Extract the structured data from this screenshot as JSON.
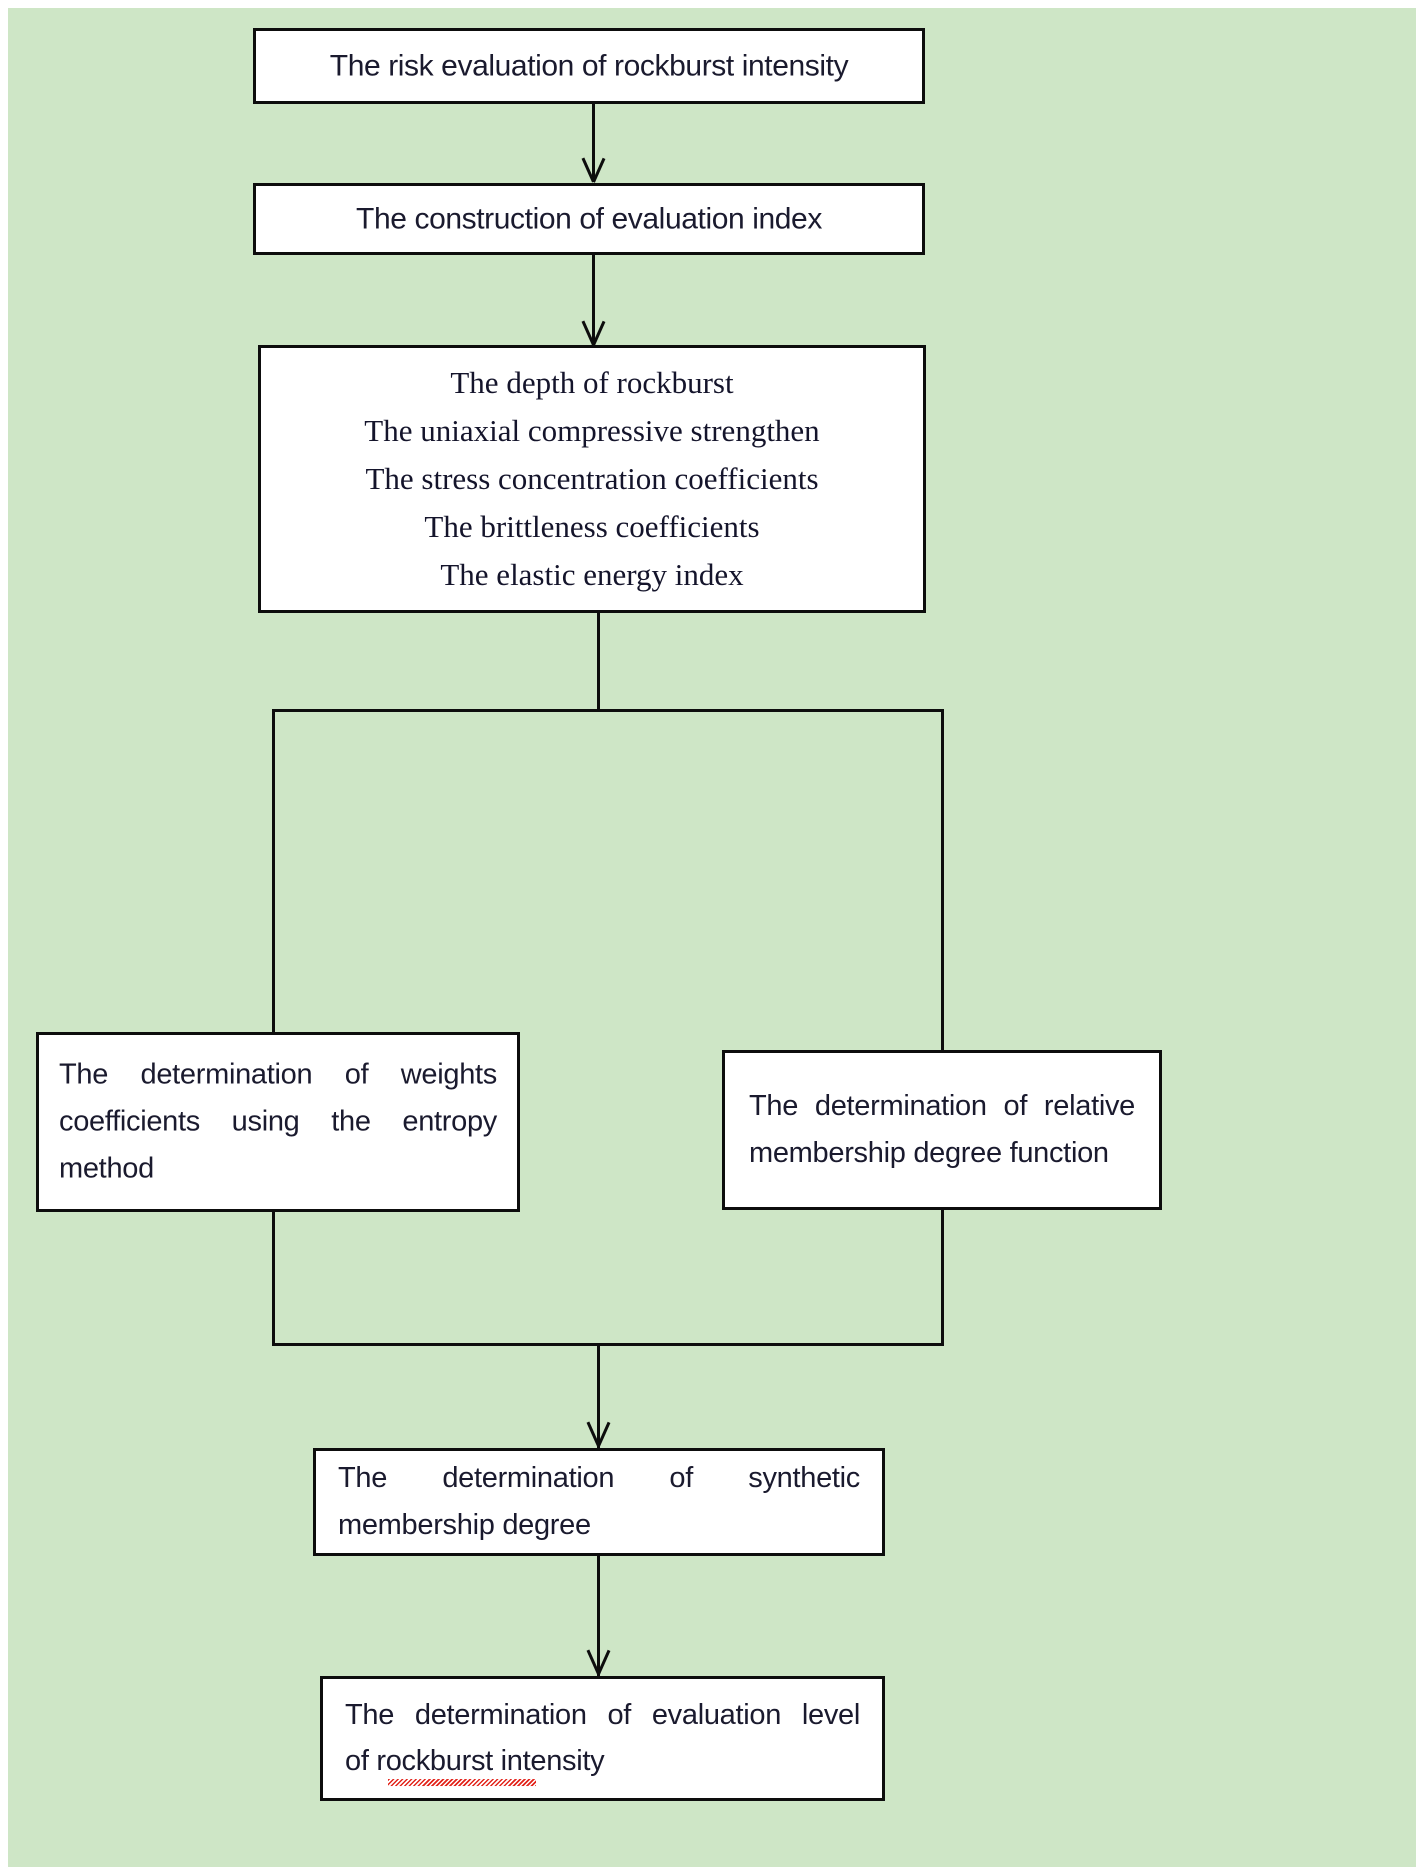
{
  "diagram": {
    "title": "Flowchart of rockburst intensity risk evaluation",
    "background_color": "#cee6c6",
    "box_fill": "#ffffff",
    "line_color": "#0d0d0d",
    "spellcheck_color": "#e3241b"
  },
  "nodes": {
    "risk": {
      "label": "The risk evaluation of rockburst intensity"
    },
    "construct": {
      "label": "The construction of evaluation index"
    },
    "indices": {
      "lines": [
        "The depth of rockburst",
        "The uniaxial compressive strengthen",
        "The stress concentration coefficients",
        "The brittleness coefficients",
        "The elastic energy index"
      ]
    },
    "weights": {
      "label": "The determination of weights coefficients using the entropy method"
    },
    "membership": {
      "label": "The determination of relative membership degree function"
    },
    "synthetic": {
      "label": "The determination of synthetic membership   degree"
    },
    "level": {
      "line1": "The determination of evaluation level",
      "line2": "of rockburst intensity",
      "misspelled_word": "rockburst"
    }
  },
  "edges": [
    {
      "from": "risk",
      "to": "construct",
      "type": "arrow-down"
    },
    {
      "from": "construct",
      "to": "indices",
      "type": "arrow-down"
    },
    {
      "from": "indices",
      "to": "weights",
      "type": "split-down-left"
    },
    {
      "from": "indices",
      "to": "membership",
      "type": "split-down-right"
    },
    {
      "from": "weights",
      "to": "synthetic",
      "type": "merge-arrow-down"
    },
    {
      "from": "membership",
      "to": "synthetic",
      "type": "merge-arrow-down"
    },
    {
      "from": "synthetic",
      "to": "level",
      "type": "arrow-down"
    }
  ]
}
